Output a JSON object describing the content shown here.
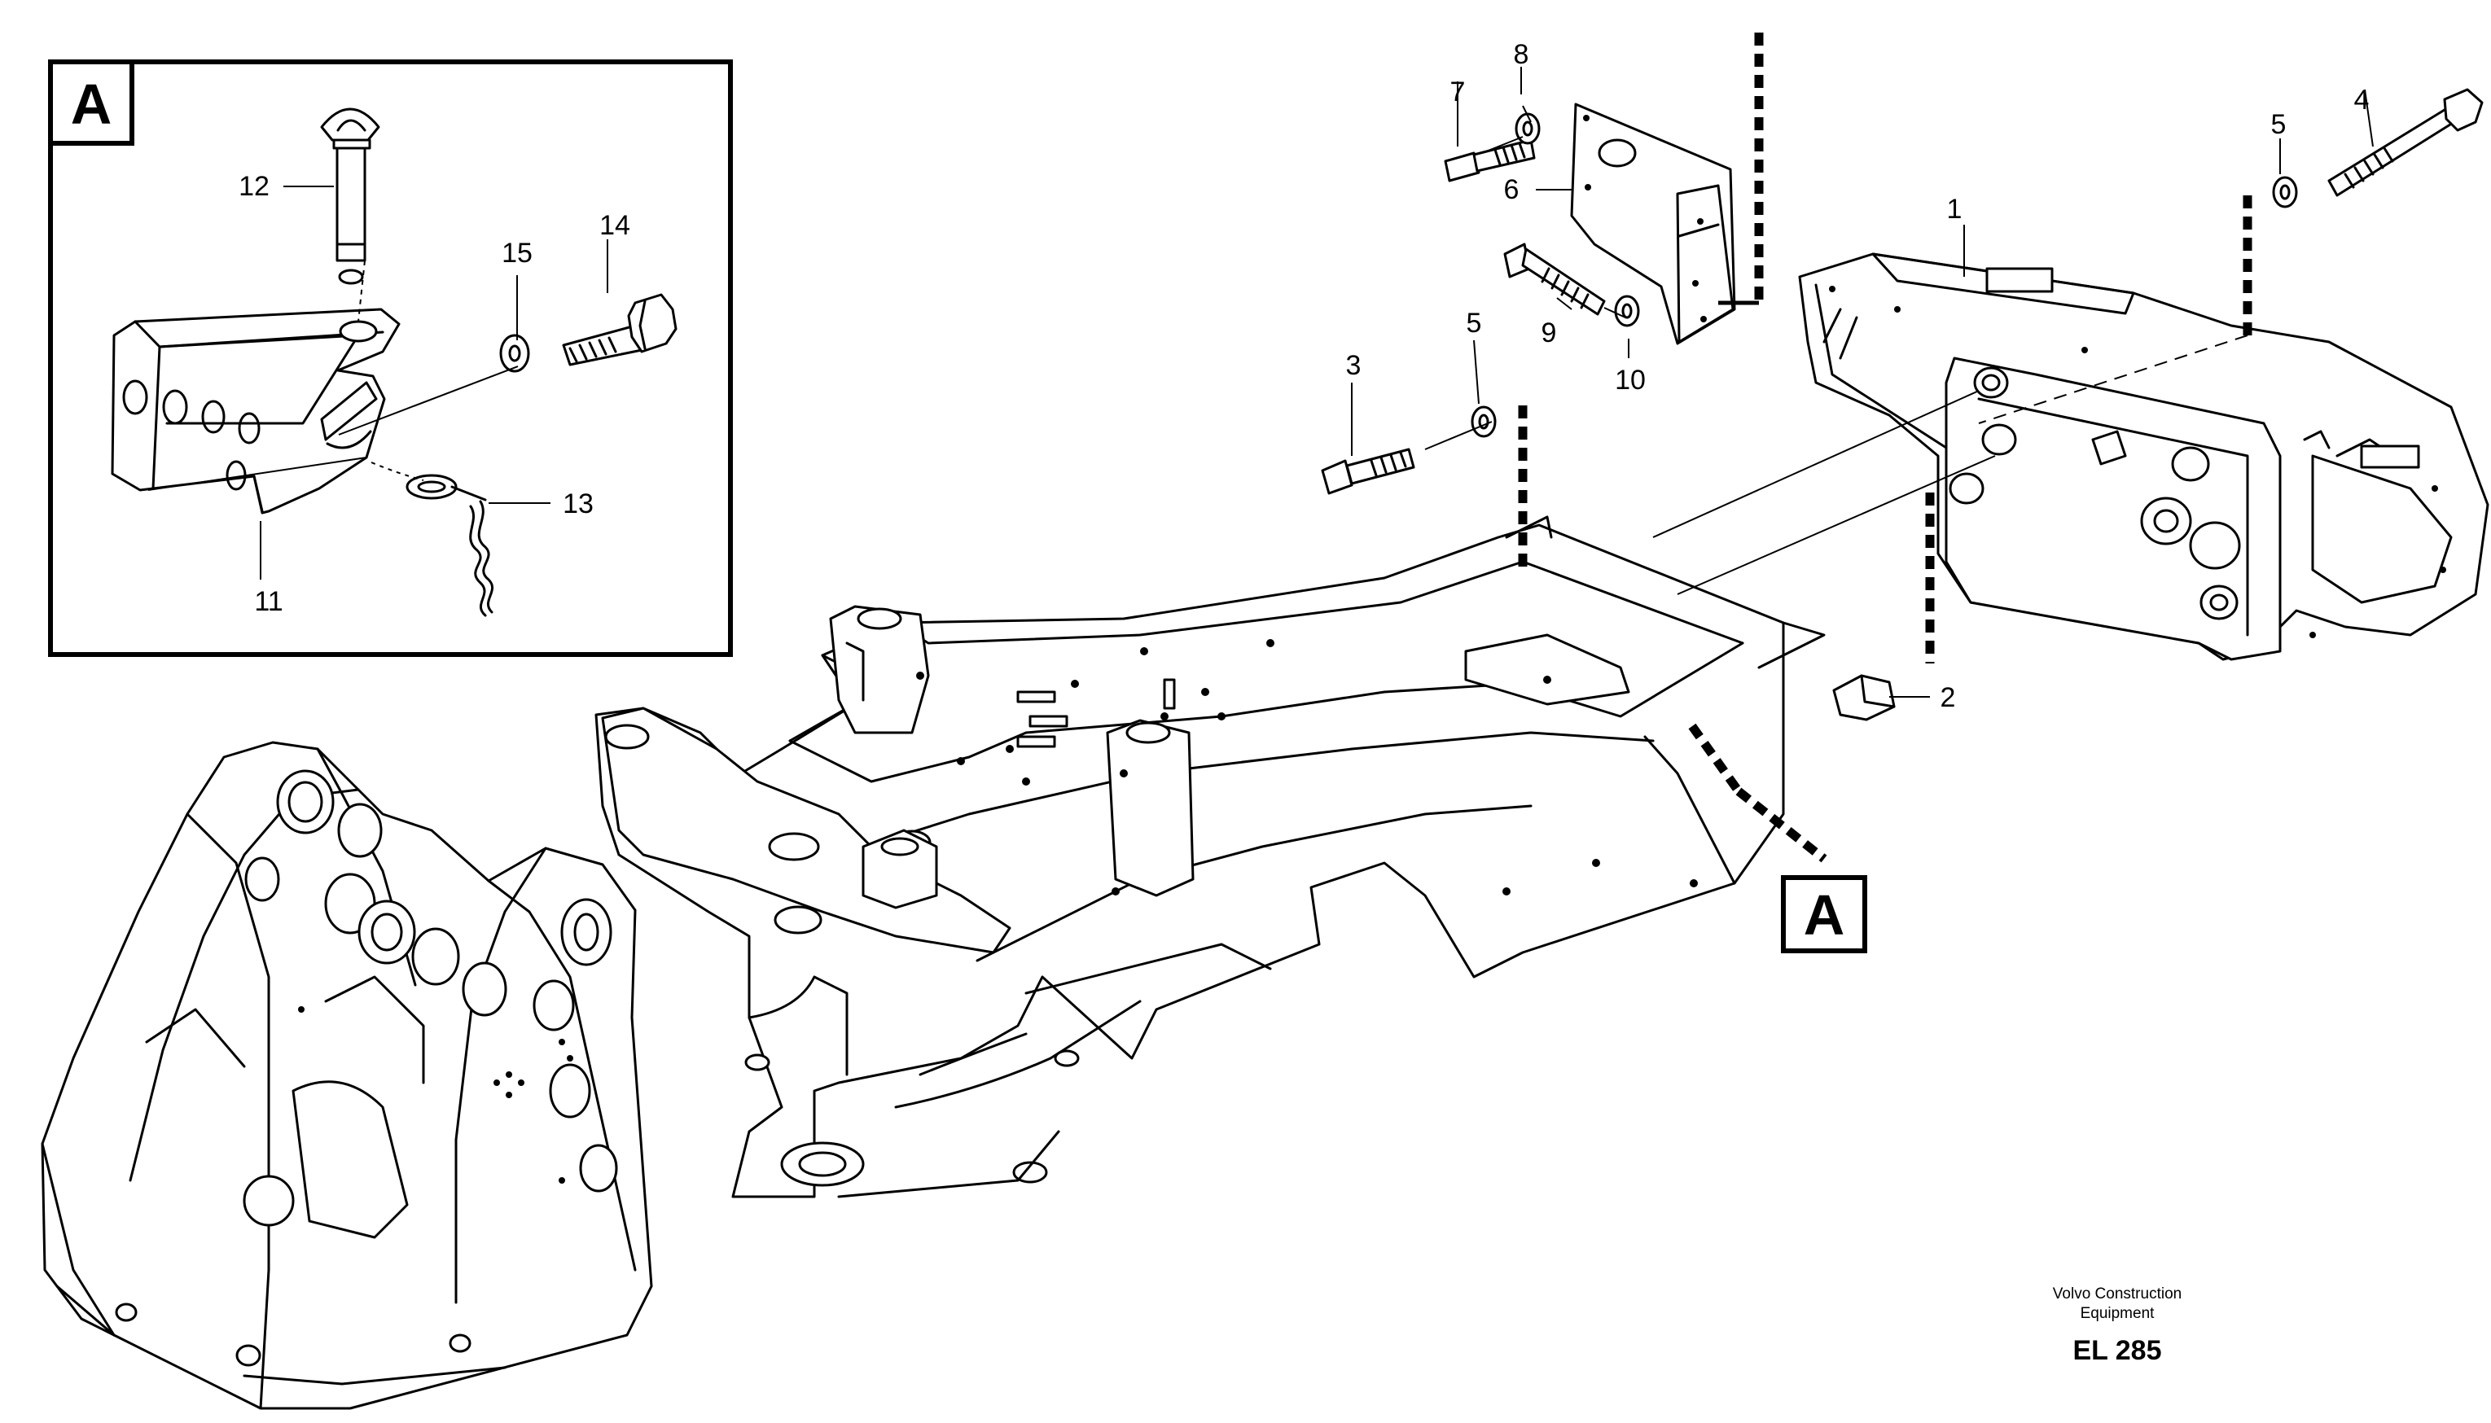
{
  "detail_view": {
    "label": "A"
  },
  "reference_marker": {
    "label": "A"
  },
  "callouts": {
    "c1": "1",
    "c2": "2",
    "c3": "3",
    "c4": "4",
    "c5a": "5",
    "c5b": "5",
    "c6": "6",
    "c7": "7",
    "c8": "8",
    "c9": "9",
    "c10": "10",
    "c11": "11",
    "c12": "12",
    "c13": "13",
    "c14": "14",
    "c15": "15"
  },
  "footer": {
    "company_line1": "Volvo Construction",
    "company_line2": "Equipment",
    "code": "EL 285"
  }
}
